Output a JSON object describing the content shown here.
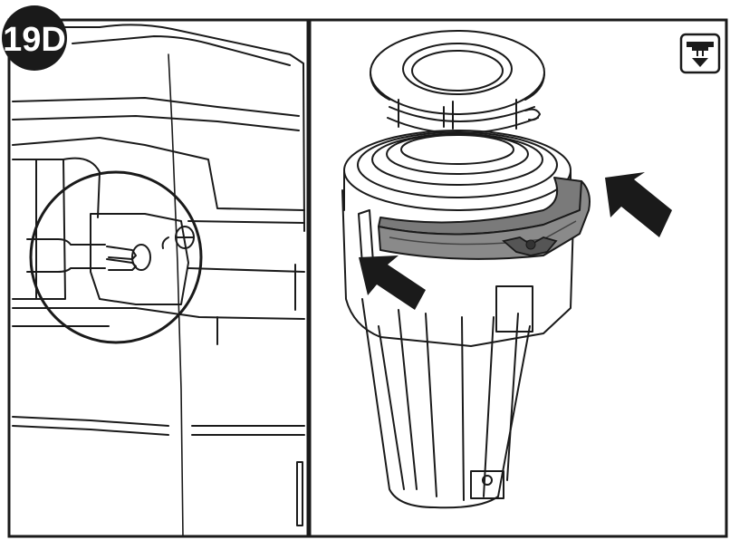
{
  "step": {
    "label": "19D"
  },
  "panels": [
    {
      "id": "left",
      "content": "close-up-of-power-cord-and-ground-screw"
    },
    {
      "id": "right",
      "content": "disposer-with-removable-cover-and-arrows"
    }
  ],
  "icons": {
    "badge": "step-badge-icon",
    "mount": "sink-mount-icon",
    "arrow": "push-arrow-icon",
    "magnifier": "magnify-circle-icon"
  },
  "colors": {
    "ink": "#1a1a1a",
    "cover": "#7a7a7a",
    "cover_dark": "#555555",
    "background": "#ffffff"
  }
}
